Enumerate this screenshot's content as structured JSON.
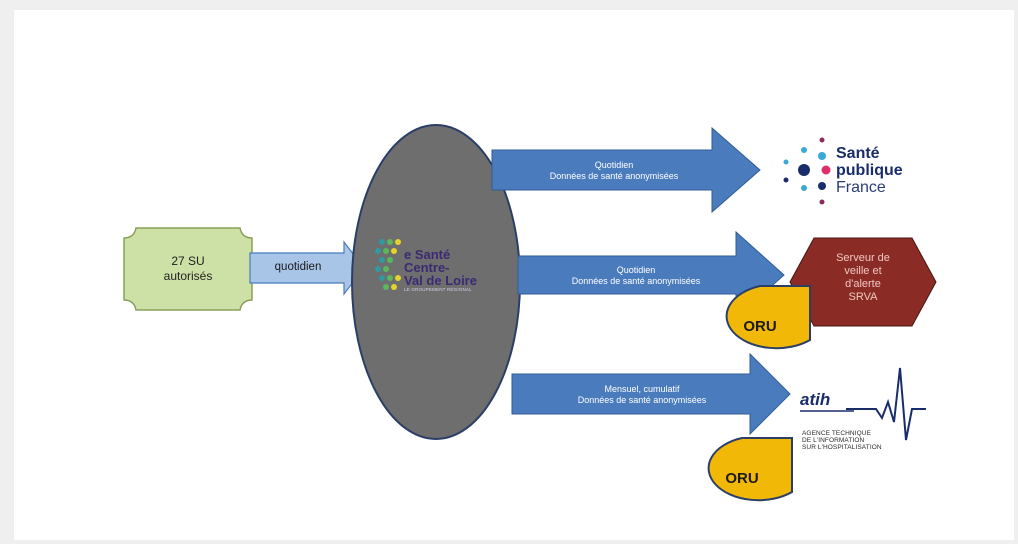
{
  "source_box": {
    "line1": "27 SU",
    "line2": "autorisés",
    "fill": "#cde0a6"
  },
  "small_arrow": {
    "label": "quotidien",
    "fill": "#a8c4e6"
  },
  "hub": {
    "title_line1": "e Santé",
    "title_line2": "Centre-",
    "title_line3": "Val de Loire",
    "subtitle": "LE GROUPEMENT RÉGIONAL",
    "fill": "#6e6e6e"
  },
  "arrows": [
    {
      "line1": "Quotidien",
      "line2": "Données de santé anonymisées"
    },
    {
      "line1": "Quotidien",
      "line2": "Données de santé anonymisées"
    },
    {
      "line1": "Mensuel, cumulatif",
      "line2": "Données de santé anonymisées"
    }
  ],
  "arrow_fill": "#4a7bbd",
  "spf_logo": {
    "line1": "Santé",
    "line2": "publique",
    "line3": "France"
  },
  "srva": {
    "line1": "Serveur de",
    "line2": "veille et",
    "line3": "d'alerte",
    "line4": "SRVA",
    "fill": "#8b2b26"
  },
  "oru": [
    {
      "label": "ORU"
    },
    {
      "label": "ORU"
    }
  ],
  "oru_fill": "#f2b807",
  "atih_logo": {
    "word": "atih",
    "sub1": "AGENCE TECHNIQUE",
    "sub2": "DE L'INFORMATION",
    "sub3": "SUR L'HOSPITALISATION"
  }
}
